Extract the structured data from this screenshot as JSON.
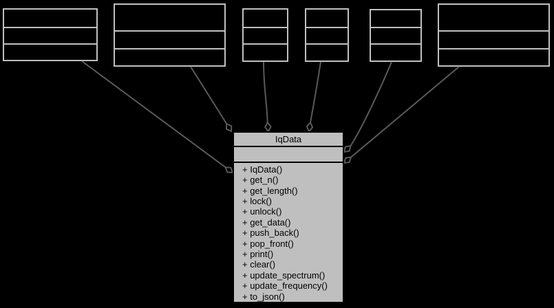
{
  "diagram": {
    "kind": "uml-collaboration-diagram",
    "main_class": {
      "title": "IqData",
      "attributes_compartment": "",
      "methods": [
        "+ IqData()",
        "+ get_n()",
        "+ get_length()",
        "+ lock()",
        "+ unlock()",
        "+ get_data()",
        "+ push_back()",
        "+ pop_front()",
        "+ print()",
        "+ clear()",
        "+ update_spectrum()",
        "+ update_frequency()",
        "+ to_json()"
      ]
    },
    "related_nodes_count": 6,
    "edge_style": "aggregation-open-diamond"
  },
  "colors": {
    "background": "#000000",
    "related_node_fill": "#000000",
    "related_node_border": "#c0c0c0",
    "main_node_fill": "#bfbfbf",
    "main_node_border": "#000000",
    "main_node_text": "#000000",
    "edge": "#5a5a5a"
  }
}
